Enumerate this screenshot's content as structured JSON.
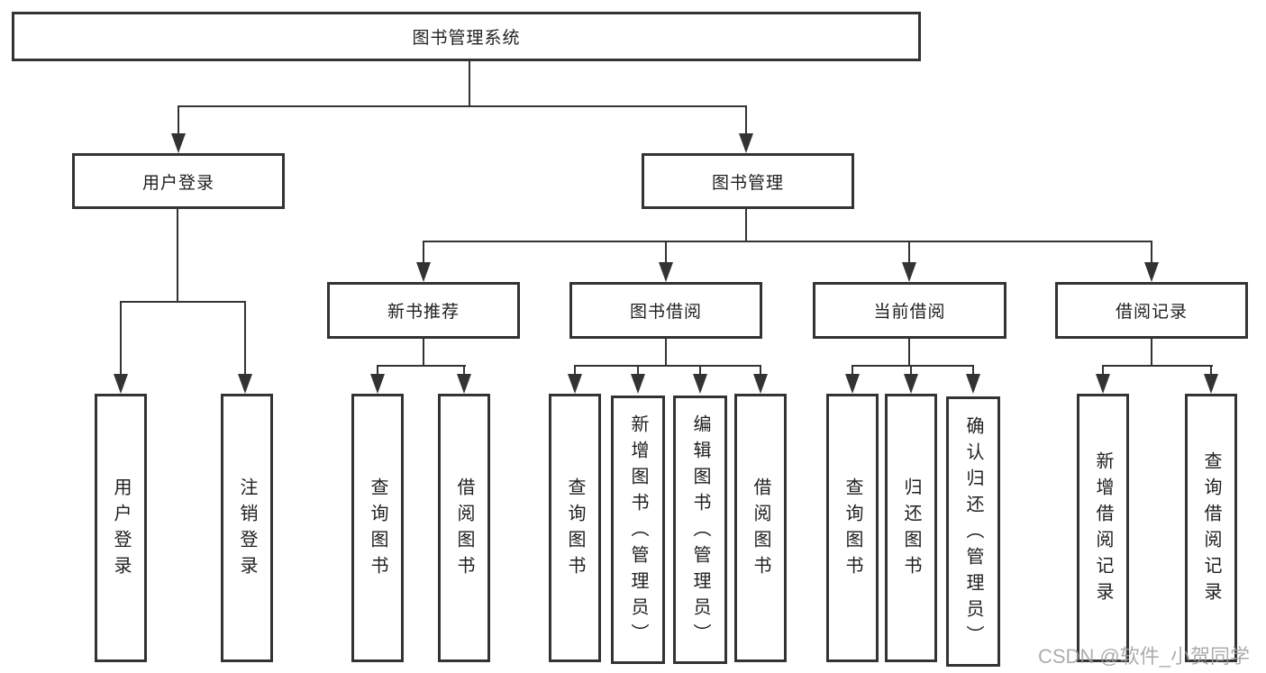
{
  "tree": {
    "root": {
      "label": "图书管理系统",
      "children": [
        {
          "label": "用户登录",
          "children": [
            {
              "label": "用户登录"
            },
            {
              "label": "注销登录"
            }
          ]
        },
        {
          "label": "图书管理",
          "children": [
            {
              "label": "新书推荐",
              "children": [
                {
                  "label": "查询图书"
                },
                {
                  "label": "借阅图书"
                }
              ]
            },
            {
              "label": "图书借阅",
              "children": [
                {
                  "label": "查询图书"
                },
                {
                  "label": "新增图书（管理员）"
                },
                {
                  "label": "编辑图书（管理员）"
                },
                {
                  "label": "借阅图书"
                }
              ]
            },
            {
              "label": "当前借阅",
              "children": [
                {
                  "label": "查询图书"
                },
                {
                  "label": "归还图书"
                },
                {
                  "label": "确认归还（管理员）"
                }
              ]
            },
            {
              "label": "借阅记录",
              "children": [
                {
                  "label": "新增借阅记录"
                },
                {
                  "label": "查询借阅记录"
                }
              ]
            }
          ]
        }
      ]
    }
  },
  "watermark": {
    "text": "CSDN @软件_小贺同学"
  },
  "colors": {
    "line": "#333333",
    "text": "#1f1f1f",
    "watermark": "#9f9f9f"
  }
}
